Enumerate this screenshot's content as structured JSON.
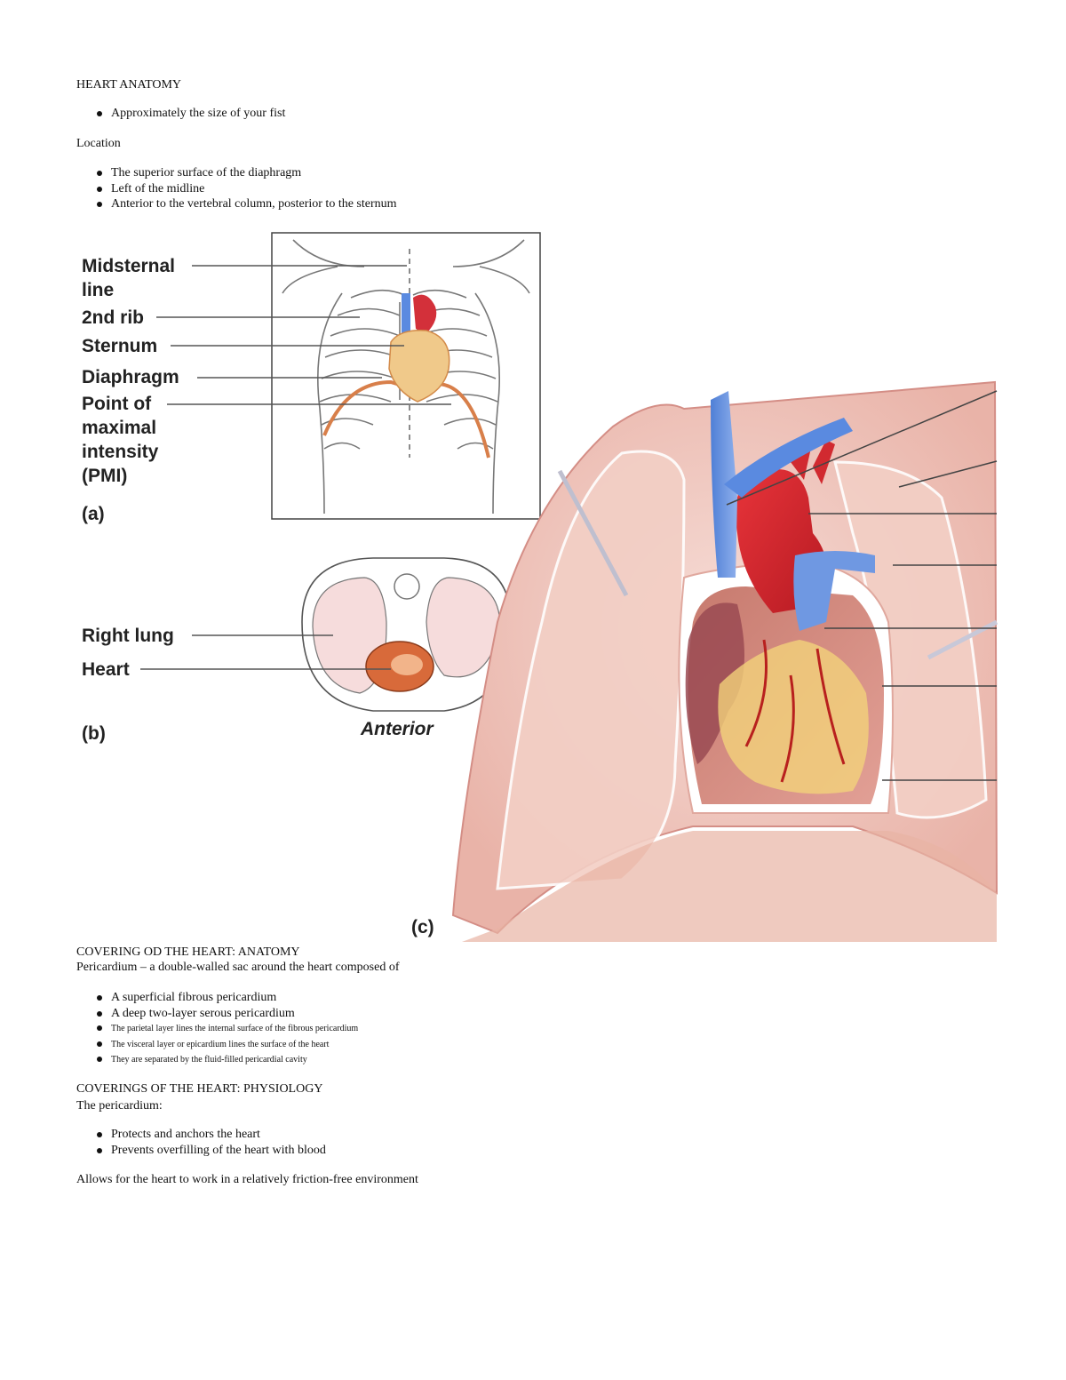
{
  "section1": {
    "title": "HEART ANATOMY",
    "bullets": [
      "Approximately the size of your fist"
    ]
  },
  "location": {
    "title": "Location",
    "bullets": [
      "The superior surface of the diaphragm",
      "Left of the midline",
      "Anterior to the vertebral column, posterior to the sternum"
    ]
  },
  "figure": {
    "panel_a_labels": [
      "Midsternal",
      "line",
      "2nd rib",
      "Sternum",
      "Diaphragm",
      "Point of",
      "maximal",
      "intensity",
      "(PMI)"
    ],
    "panel_a_tag": "(a)",
    "panel_b_labels": [
      "Right lung",
      "Heart"
    ],
    "panel_b_tag": "(b)",
    "panel_b_caption": "Anterior",
    "panel_c_tag": "(c)"
  },
  "covering_anatomy": {
    "title": "COVERING OD THE HEART: ANATOMY",
    "intro": "Pericardium – a double-walled sac around the heart composed of",
    "bullets": [
      "A superficial fibrous pericardium",
      "A deep two-layer serous pericardium",
      "The parietal layer lines the internal surface of the fibrous pericardium",
      "The visceral layer or epicardium lines the surface of the heart",
      "They are separated by the fluid-filled pericardial cavity"
    ]
  },
  "covering_physiology": {
    "title": "COVERINGS OF THE HEART: PHYSIOLOGY",
    "intro": "The pericardium:",
    "bullets": [
      "Protects and anchors the heart",
      "Prevents overfilling of the heart with blood"
    ],
    "closing": "Allows for the heart to work in a relatively friction-free environment"
  }
}
